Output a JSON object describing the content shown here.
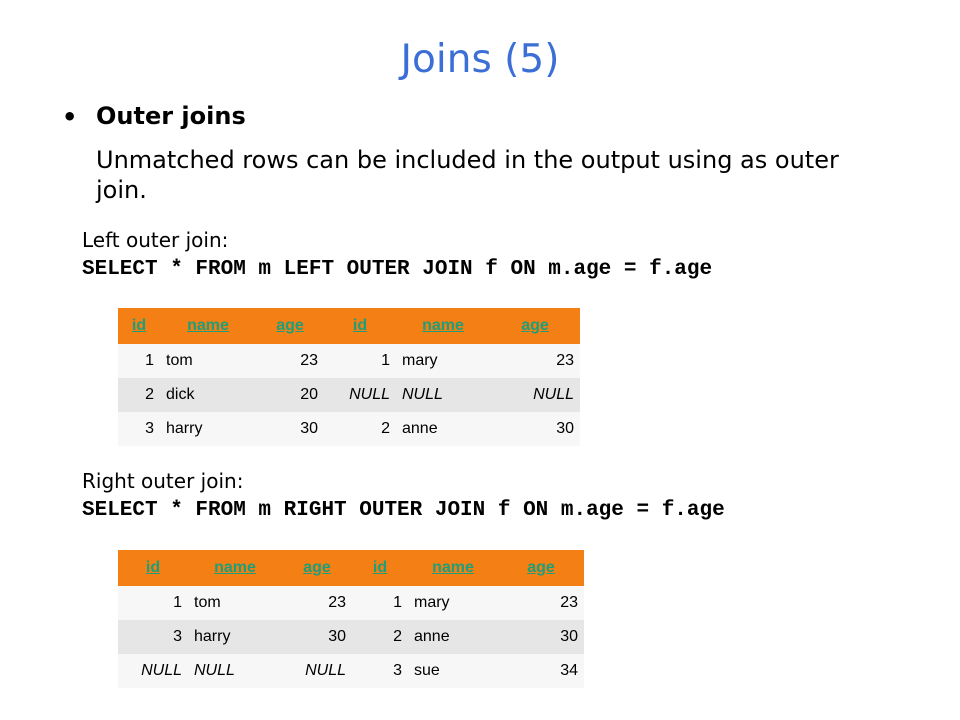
{
  "title": "Joins (5)",
  "bullet": {
    "heading": "Outer joins",
    "text": "Unmatched rows can be included in the output using as outer join."
  },
  "left": {
    "label": "Left outer join:",
    "sql": "SELECT * FROM m LEFT OUTER JOIN f ON m.age = f.age",
    "headers": [
      "id",
      "name",
      "age",
      "id",
      "name",
      "age"
    ],
    "rows": [
      [
        "1",
        "tom",
        "23",
        "1",
        "mary",
        "23"
      ],
      [
        "2",
        "dick",
        "20",
        "NULL",
        "NULL",
        "NULL"
      ],
      [
        "3",
        "harry",
        "30",
        "2",
        "anne",
        "30"
      ]
    ]
  },
  "right": {
    "label": "Right outer join:",
    "sql": "SELECT * FROM m RIGHT OUTER JOIN f ON m.age = f.age",
    "headers": [
      "id",
      "name",
      "age",
      "id",
      "name",
      "age"
    ],
    "rows": [
      [
        "1",
        "tom",
        "23",
        "1",
        "mary",
        "23"
      ],
      [
        "3",
        "harry",
        "30",
        "2",
        "anne",
        "30"
      ],
      [
        "NULL",
        "NULL",
        "NULL",
        "3",
        "sue",
        "34"
      ]
    ]
  }
}
